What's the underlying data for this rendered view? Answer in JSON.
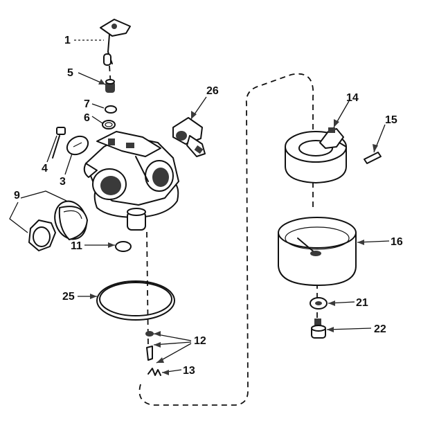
{
  "diagram": {
    "labels": {
      "p1": "1",
      "p5": "5",
      "p7": "7",
      "p6": "6",
      "p4": "4",
      "p3": "3",
      "p9": "9",
      "p11": "11",
      "p25": "25",
      "p12": "12",
      "p13": "13",
      "p26": "26",
      "p14": "14",
      "p15": "15",
      "p16": "16",
      "p21": "21",
      "p22": "22"
    },
    "ink_color": "#111111",
    "background": "#ffffff"
  }
}
